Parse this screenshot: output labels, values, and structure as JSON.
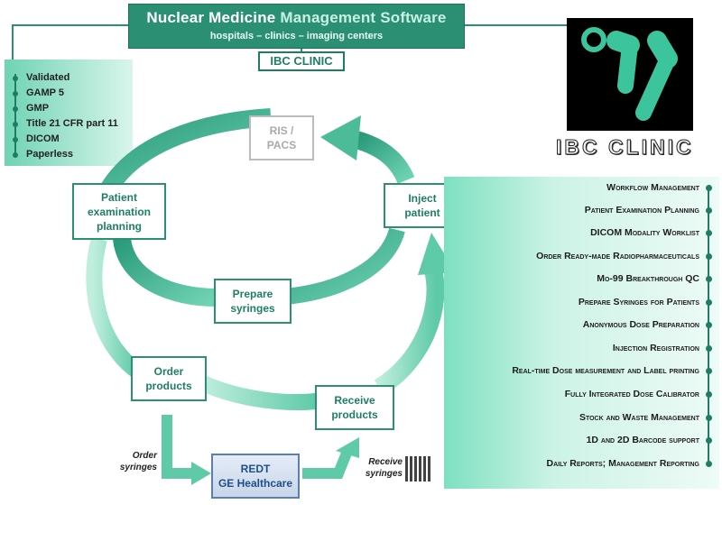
{
  "header": {
    "title_part1": "Nuclear Medicine ",
    "title_part2": "Management Software",
    "subtitle": "hospitals – clinics – imaging centers",
    "clinic": "IBC CLINIC"
  },
  "compliance": [
    "Validated",
    "GAMP 5",
    "GMP",
    "Title 21 CFR part 11",
    "DICOM",
    "Paperless"
  ],
  "process": {
    "ris_pacs": [
      "RIS /",
      "PACS"
    ],
    "patient_planning": [
      "Patient",
      "examination",
      "planning"
    ],
    "inject_patient": [
      "Inject",
      "patient"
    ],
    "prepare_syringes": [
      "Prepare",
      "syringes"
    ],
    "order_products": [
      "Order",
      "products"
    ],
    "receive_products": [
      "Receive",
      "products"
    ]
  },
  "supplier": {
    "line1": "REDT",
    "line2": "GE Healthcare"
  },
  "labels": {
    "order_syringes": [
      "Order",
      "syringes"
    ],
    "receive_syringes": [
      "Receive",
      "syringes"
    ]
  },
  "features": [
    "Workflow Management",
    "Patient Examination Planning",
    "DICOM Modality Worklist",
    "Order Ready-made Radiopharmaceuticals",
    "Mo-99 Breakthrough QC",
    "Prepare Syringes for Patients",
    "Anonymous Dose Preparation",
    "Injection Registration",
    "Real-time Dose measurement and Label printing",
    "Fully Integrated  Dose Calibrator",
    "Stock and Waste Management",
    "1D and 2D Barcode support",
    "Daily Reports; Management Reporting"
  ],
  "logo": {
    "text": "IBC CLINIC",
    "icon": "ibc-molecule-logo-icon"
  },
  "colors": {
    "accent": "#2a8f73",
    "dark_accent": "#1e7e63",
    "light_accent": "#7ee0c0",
    "supplier_blue": "#5a7fb0"
  }
}
